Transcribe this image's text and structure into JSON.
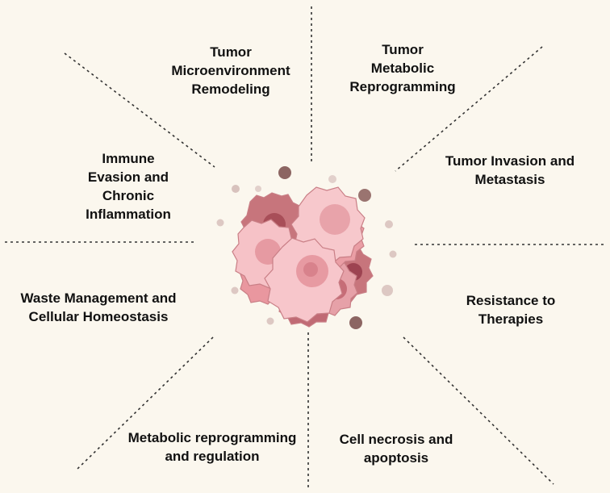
{
  "diagram": {
    "background_color": "#fbf7ee",
    "center_image": "tumor-cell-cluster",
    "labels": {
      "microenvironment": "Tumor\nMicroenvironment\nRemodeling",
      "metabolic_reprogramming": "Tumor\nMetabolic\nReprogramming",
      "immune_evasion": "Immune\nEvasion and\nChronic\nInflammation",
      "invasion_metastasis": "Tumor Invasion and\nMetastasis",
      "waste_management": "Waste Management and\nCellular Homeostasis",
      "resistance": "Resistance to\nTherapies",
      "metabolic_regulation": "Metabolic reprogramming\nand regulation",
      "necrosis_apoptosis": "Cell necrosis and\napoptosis"
    }
  }
}
